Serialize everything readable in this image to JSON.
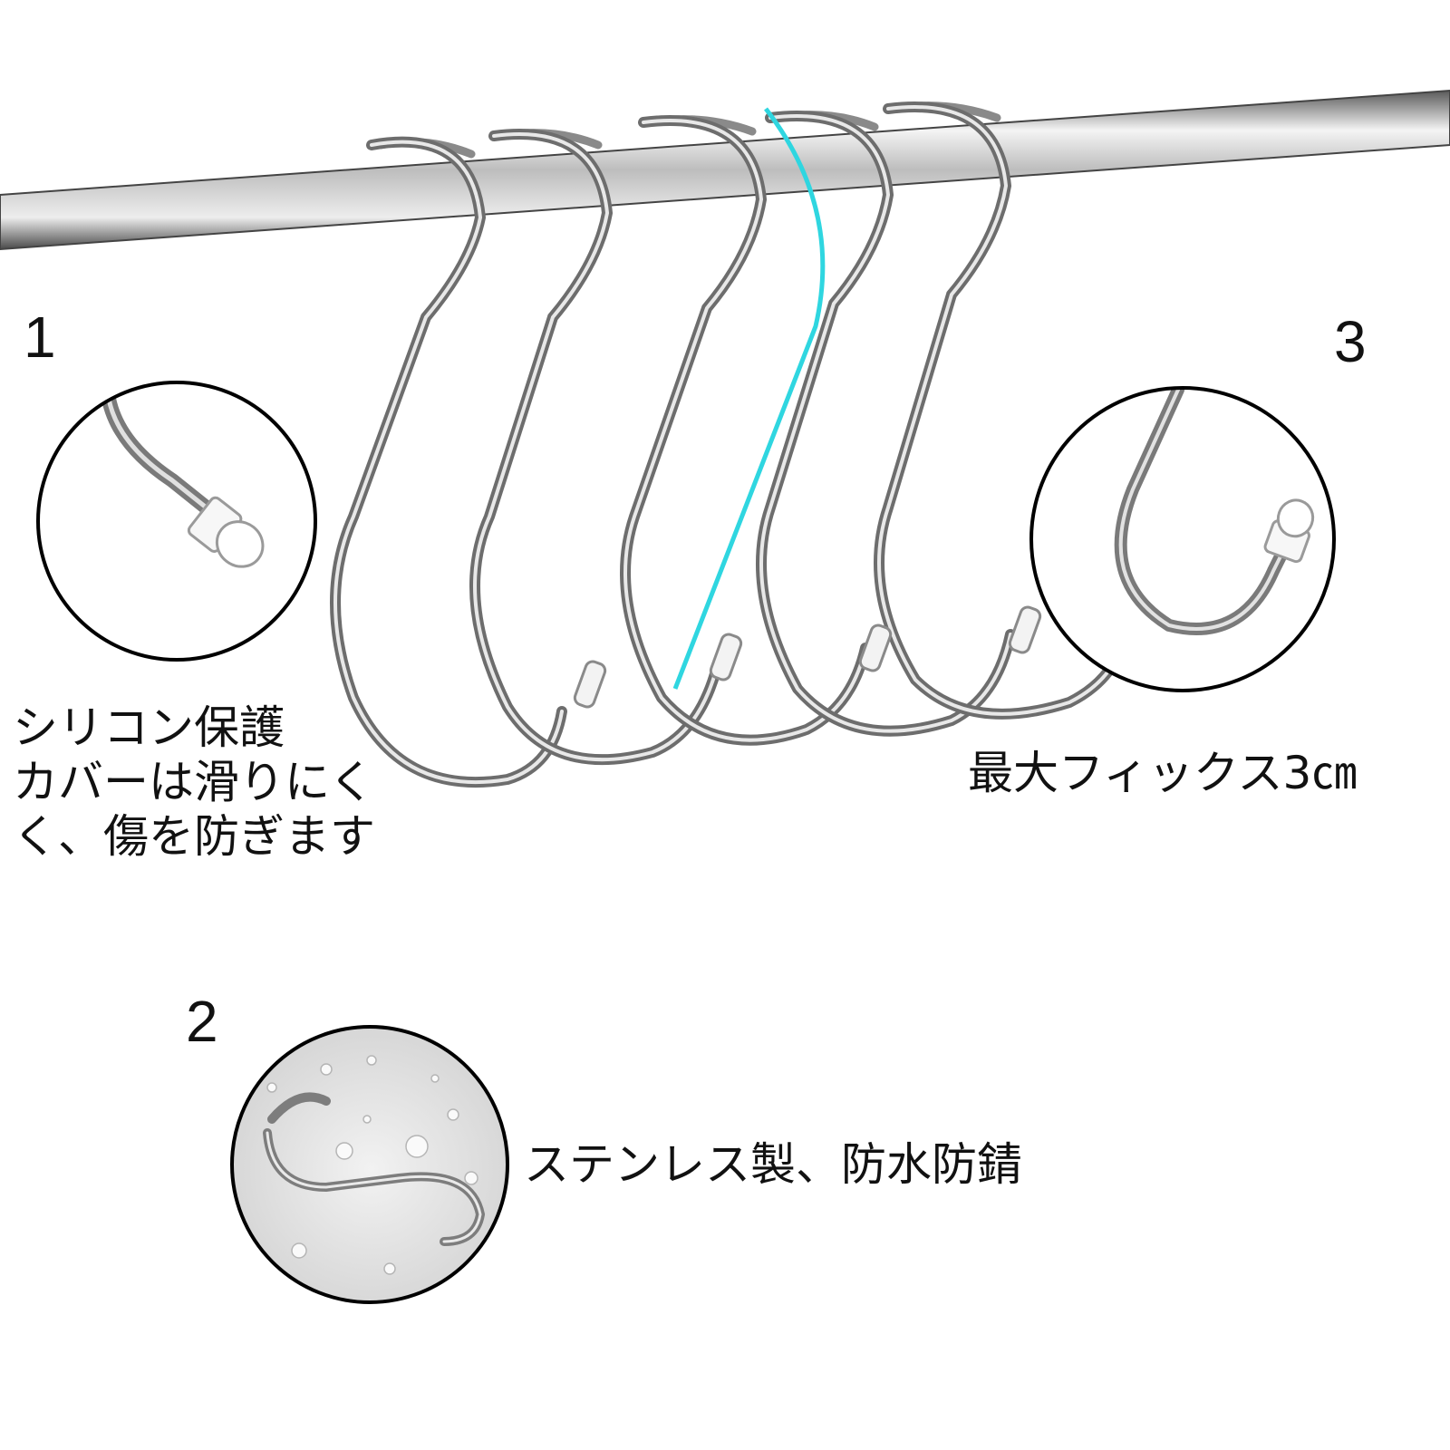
{
  "callouts": [
    {
      "number": "1",
      "caption_lines": [
        "シリコン保護",
        "カバーは滑りにく",
        "く、傷を防ぎます"
      ]
    },
    {
      "number": "2",
      "caption": "ステンレス製、防水防錆"
    },
    {
      "number": "3",
      "caption": "最大フィックス3㎝"
    }
  ],
  "colors": {
    "rail": "#8a8a8a",
    "hook_metal": "#7a7a7a",
    "accent_line": "#2fd6e0",
    "circle_border": "#000000",
    "text": "#111111"
  }
}
